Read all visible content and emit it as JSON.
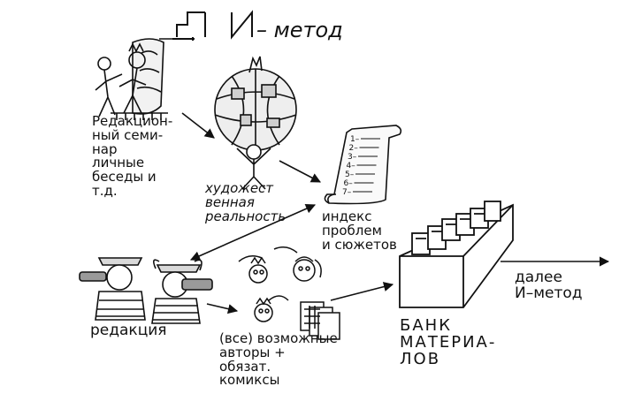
{
  "title": {
    "prefix": "ДИ",
    "rest": "– метод"
  },
  "nodes": {
    "seminar": "Редакцион-\nный семи-\nнар\nличные\nбеседы и\nт.д.",
    "reality": "художест\nвенная\nреальность",
    "index": "индекс\nпроблем\nи сюжетов",
    "editorial": "редакция",
    "authors": "(все) возможные\nавторы +\nобязат.\nкомиксы",
    "bank": "БАНК\nМАТЕРИА-\nЛОВ",
    "next": "далее\nИ–метод"
  },
  "index_list": [
    "1",
    "2",
    "3",
    "4",
    "5",
    "6",
    "7"
  ]
}
